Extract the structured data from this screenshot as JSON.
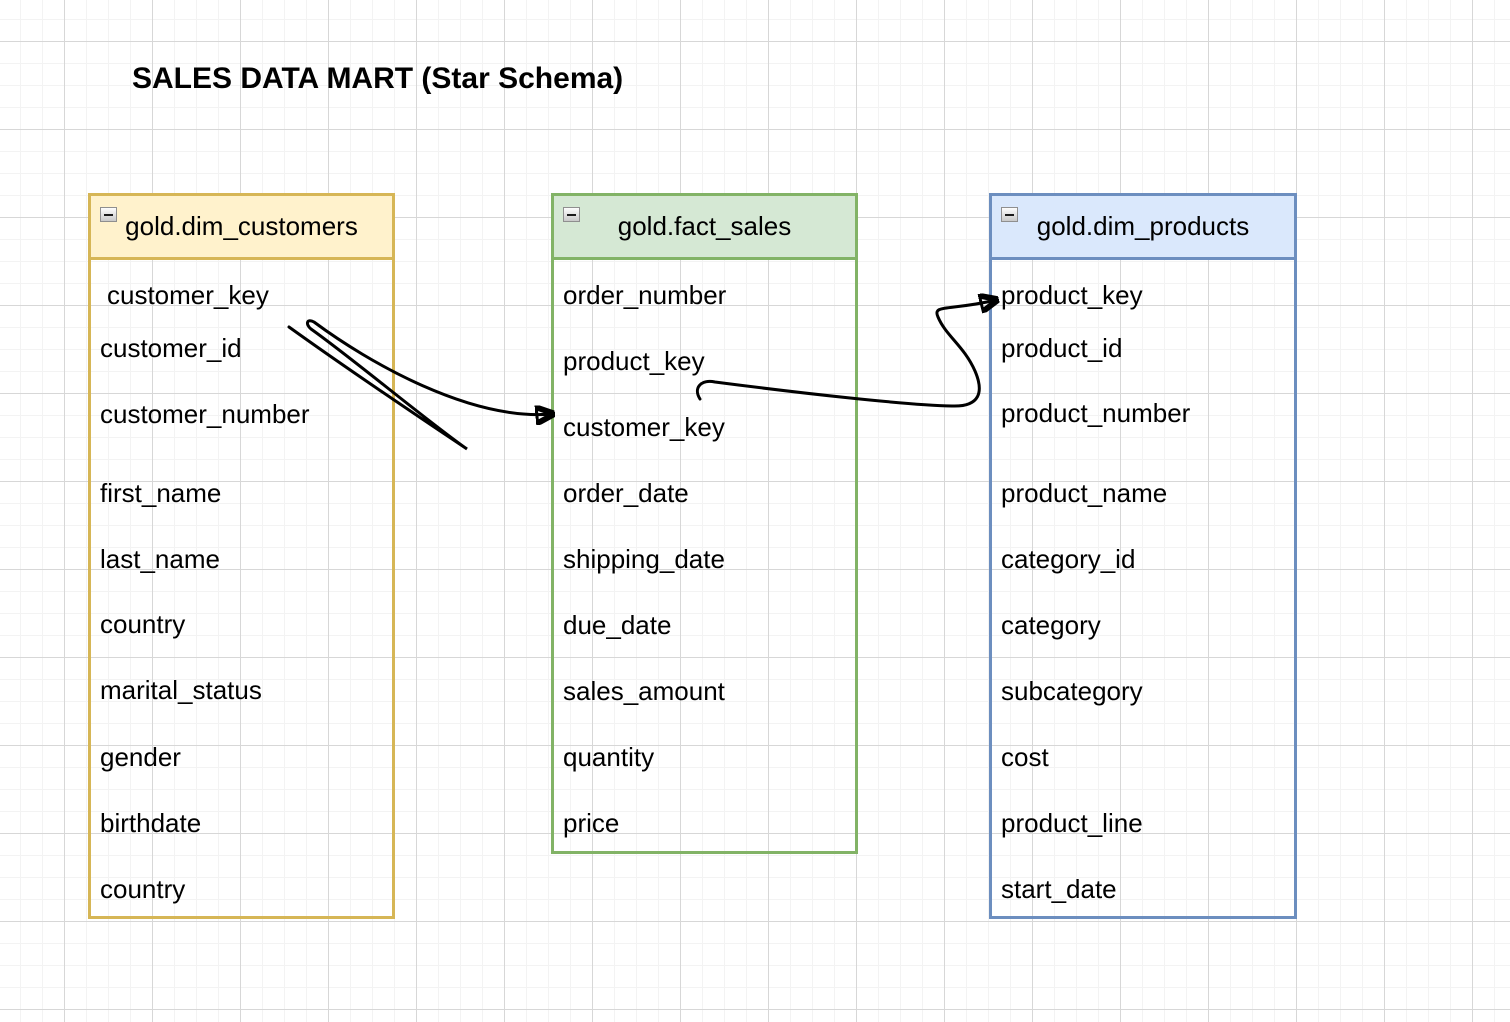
{
  "title": "SALES DATA MART (Star Schema)",
  "canvas": {
    "background": "#ffffff",
    "grid_minor_color": "#f3f3f3",
    "grid_major_color": "#d7d7d7"
  },
  "diagram": {
    "tables": [
      {
        "id": "dim_customers",
        "title": "gold.dim_customers",
        "header_fill": "#fff2cc",
        "border_color": "#d6b656",
        "collapse_icon": "minus",
        "rows": [
          "customer_key",
          "customer_id",
          "customer_number",
          "first_name",
          "last_name",
          "country",
          "marital_status",
          "gender",
          "birthdate",
          "country"
        ]
      },
      {
        "id": "fact_sales",
        "title": "gold.fact_sales",
        "header_fill": "#d5e8d4",
        "border_color": "#82b366",
        "collapse_icon": "minus",
        "rows": [
          "order_number",
          "product_key",
          "customer_key",
          "order_date",
          "shipping_date",
          "due_date",
          "sales_amount",
          "quantity",
          "price"
        ]
      },
      {
        "id": "dim_products",
        "title": "gold.dim_products",
        "header_fill": "#dae8fc",
        "border_color": "#6c8ebf",
        "collapse_icon": "minus",
        "rows": [
          "product_key",
          "product_id",
          "product_number",
          "product_name",
          "category_id",
          "category",
          "subcategory",
          "cost",
          "product_line",
          "start_date"
        ]
      }
    ],
    "relationships": [
      {
        "from": "gold.dim_customers.customer_key",
        "to": "gold.fact_sales.customer_key",
        "style": "freehand-arrow",
        "color": "#000000"
      },
      {
        "from": "gold.fact_sales.product_key",
        "to": "gold.dim_products.product_key",
        "style": "freehand-arrow",
        "color": "#000000"
      }
    ]
  }
}
